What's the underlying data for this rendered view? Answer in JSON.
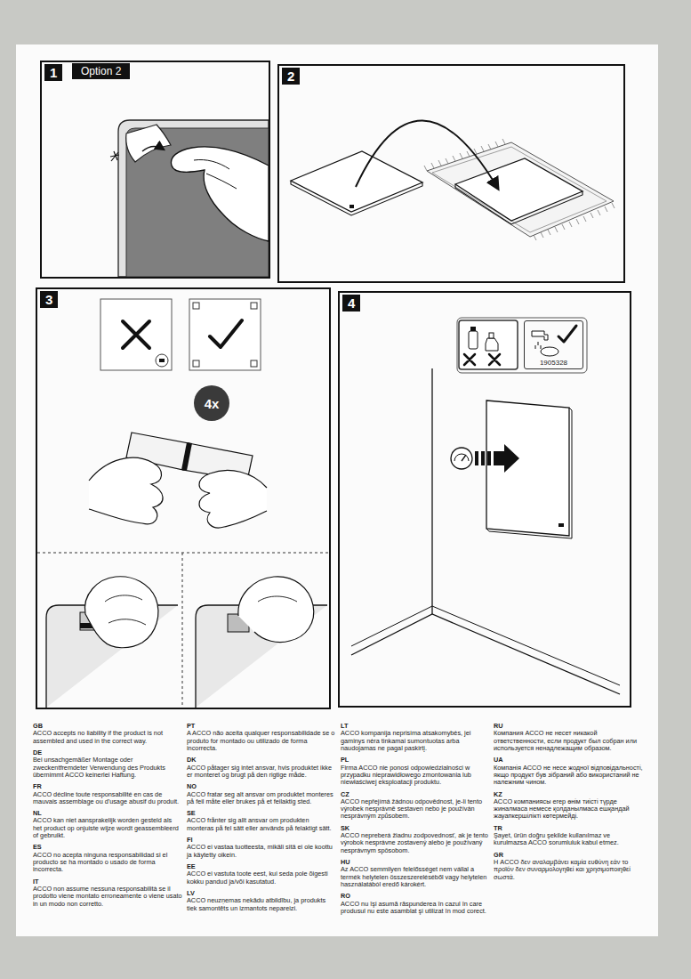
{
  "diagram": {
    "nodes": [
      {
        "text": [
          "1"
        ]
      },
      {
        "text": [
          "Option 2"
        ],
        "in": 0
      },
      {
        "text": [
          "2"
        ]
      },
      {
        "text": [
          "3"
        ]
      },
      {
        "text": [
          "4x"
        ],
        "in": 3
      },
      {
        "text": [
          "4"
        ]
      },
      {
        "text": [
          "1905328"
        ],
        "in": 5
      }
    ],
    "edges": [],
    "labels": [
      "GB",
      "ACCO accepts no liability if the product is not assembled and used in the correct way.",
      "DE",
      "Bei unsachgemäßer Montage oder zweckentfremdeter Verwendung des Produkts übernimmt ACCO keinerlei Haftung.",
      "FR",
      "ACCO décline toute responsabilité en cas de mauvais assemblage ou d'usage abusif du produit.",
      "NL",
      "ACCO kan niet aansprakelijk worden gesteld als het product op onjuiste wijze wordt geassembleerd of gebruikt.",
      "ES",
      "ACCO no acepta ninguna responsabilidad si el producto se ha montado o usado de forma incorrecta.",
      "IT",
      "ACCO non assume nessuna responsabilità se il prodotto viene montato erroneamente o viene usato in un modo non corretto.",
      "PT",
      "A ACCO não aceita qualquer responsabilidade se o produto for montado ou utilizado de forma incorrecta.",
      "DK",
      "ACCO påtager sig intet ansvar, hvis produktet ikke er monteret og brugt på den rigtige måde.",
      "NO",
      "ACCO fratar seg alt ansvar om produktet monteres på feil måte eller brukes på et feilaktig sted.",
      "SE",
      "ACCO frånter sig allt ansvar om produkten monteras på fel sätt eller används på felaktigt sätt.",
      "FI",
      "ACCO ei vastaa tuotteesta, mikäli sitä ei ole koottu ja käytetty oikein.",
      "EE",
      "ACCO ei vastuta toote eest, kui seda pole õigesti kokku pandud ja/või kasutatud.",
      "LV",
      "ACCO neuzņemas nekādu atbildību, ja produkts tiek samontēts un izmantots nepareizi.",
      "LT",
      "ACCO kompanija neprisima atsakomybės, jei gaminys nėra tinkamai sumontuotas arba naudojamas ne pagal paskirtį.",
      "PL",
      "Firma ACCO nie ponosi odpowiedzialności w przypadku nieprawidłowego zmontowania lub niewłaściwej eksploatacji produktu.",
      "CZ",
      "ACCO nepřejímá žádnou odpovědnost, je-li tento výrobek nesprávně sestaven nebo je používán nesprávným způsobem.",
      "SK",
      "ACCO nepreberá žiadnu zodpovednosť, ak je tento výrobok nesprávne zostavený alebo je používaný nesprávnym spôsobom.",
      "HU",
      "Az ACCO semmilyen felelősséget nem vállal a termék helytelen összeszereléséből vagy helytelen használatából eredő károkért.",
      "RO",
      "ACCO nu îşi asumă răspunderea în cazul în care produsul nu este asamblat şi utilizat în mod corect.",
      "RU",
      "Компания ACCO не несет никакой ответственности, если продукт был собран или используется ненадлежащим образом.",
      "UA",
      "Компанія ACCO не несе жодної відповідальності, якщо продукт був зібраний або використаний не належним чином.",
      "KZ",
      "ACCO компаниясы егер өнім тиісті түрде жиналмаса немесе қолданылмаса ешқандай жауапкершілікті көтермейді.",
      "TR",
      "Şayet, ürün doğru şekilde kullanılmaz ve kurulmazsa ACCO sorumluluk kabul etmez.",
      "GR",
      "Η ACCO δεν αναλαμβάνει καμία ευθύνη εάν το προϊόν δεν συναρμολογηθεί και χρησιμοποιηθεί σωστά."
    ]
  }
}
